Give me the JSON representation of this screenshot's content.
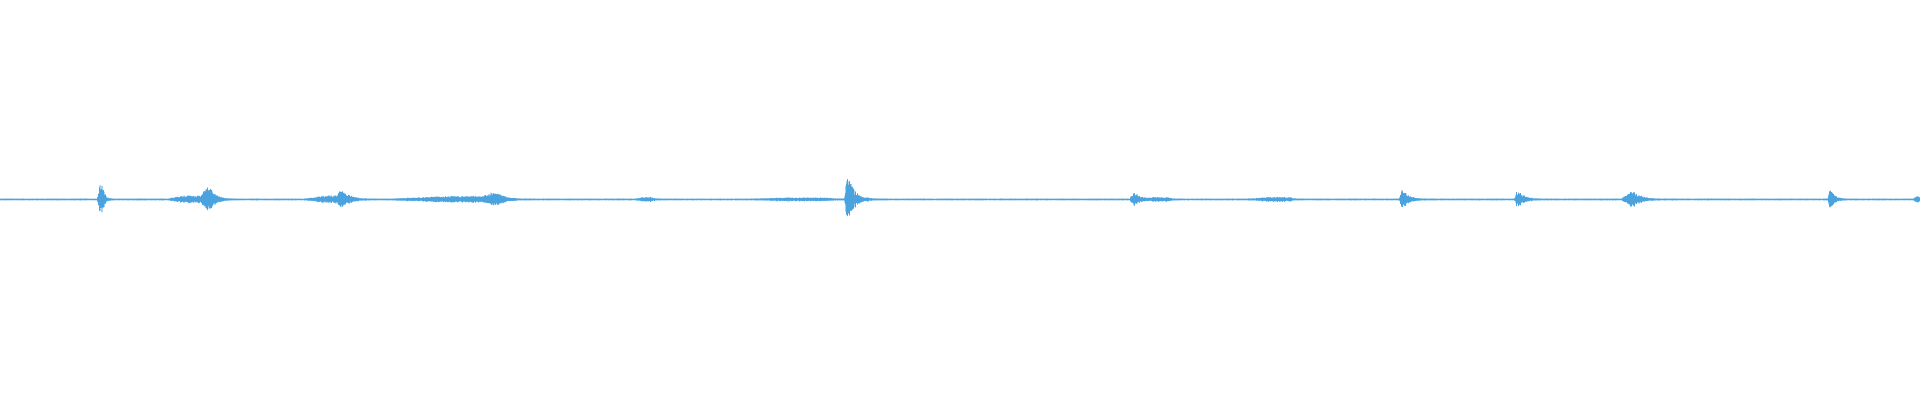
{
  "waveform": {
    "color": "#4aa3df",
    "baseline_color": "#4aa3df",
    "description_semantic": "audio-waveform",
    "peak_scale": 36,
    "events": [
      {
        "time": 0.052,
        "amp": 0.32,
        "width": 0.0015,
        "decay": 0.0012
      },
      {
        "time": 0.095,
        "amp": 0.08,
        "width": 0.008,
        "decay": 0.004
      },
      {
        "time": 0.107,
        "amp": 0.26,
        "width": 0.0025,
        "decay": 0.003
      },
      {
        "time": 0.17,
        "amp": 0.08,
        "width": 0.012,
        "decay": 0.004
      },
      {
        "time": 0.177,
        "amp": 0.15,
        "width": 0.0015,
        "decay": 0.0015
      },
      {
        "time": 0.232,
        "amp": 0.06,
        "width": 0.03,
        "decay": 0.004
      },
      {
        "time": 0.255,
        "amp": 0.08,
        "width": 0.004,
        "decay": 0.003
      },
      {
        "time": 0.335,
        "amp": 0.04,
        "width": 0.004,
        "decay": 0.002
      },
      {
        "time": 0.41,
        "amp": 0.03,
        "width": 0.02,
        "decay": 0.004
      },
      {
        "time": 0.441,
        "amp": 0.48,
        "width": 0.0012,
        "decay": 0.0035
      },
      {
        "time": 0.59,
        "amp": 0.14,
        "width": 0.0015,
        "decay": 0.003
      },
      {
        "time": 0.602,
        "amp": 0.04,
        "width": 0.006,
        "decay": 0.002
      },
      {
        "time": 0.66,
        "amp": 0.04,
        "width": 0.012,
        "decay": 0.002
      },
      {
        "time": 0.73,
        "amp": 0.2,
        "width": 0.0012,
        "decay": 0.003
      },
      {
        "time": 0.79,
        "amp": 0.2,
        "width": 0.0012,
        "decay": 0.0028
      },
      {
        "time": 0.848,
        "amp": 0.16,
        "width": 0.0035,
        "decay": 0.004
      },
      {
        "time": 0.953,
        "amp": 0.2,
        "width": 0.001,
        "decay": 0.002
      },
      {
        "time": 0.998,
        "amp": 0.06,
        "width": 0.0015,
        "decay": 0.002
      }
    ]
  }
}
